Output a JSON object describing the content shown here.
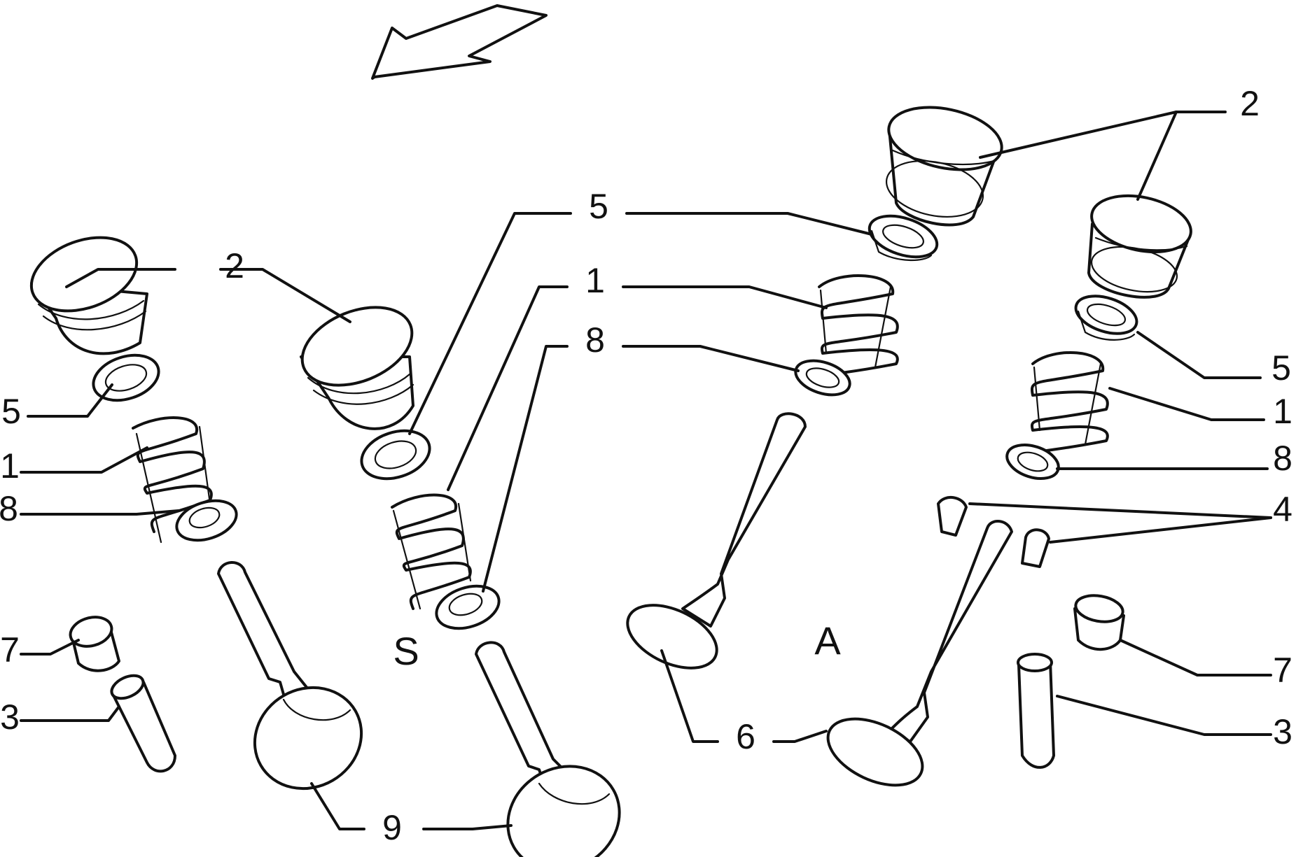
{
  "diagram": {
    "callouts": {
      "left_2": "2",
      "left_5": "5",
      "left_1": "1",
      "left_8": "8",
      "left_7": "7",
      "left_3": "3",
      "mid_5": "5",
      "mid_1": "1",
      "mid_8": "8",
      "bottom_9": "9",
      "bottom_6": "6",
      "right_2": "2",
      "right_5": "5",
      "right_1": "1",
      "right_8": "8",
      "right_4": "4",
      "right_7": "7",
      "right_3": "3"
    },
    "side_labels": {
      "exhaust": "S",
      "intake": "A"
    },
    "line_color": "#111111",
    "background": "#ffffff"
  }
}
